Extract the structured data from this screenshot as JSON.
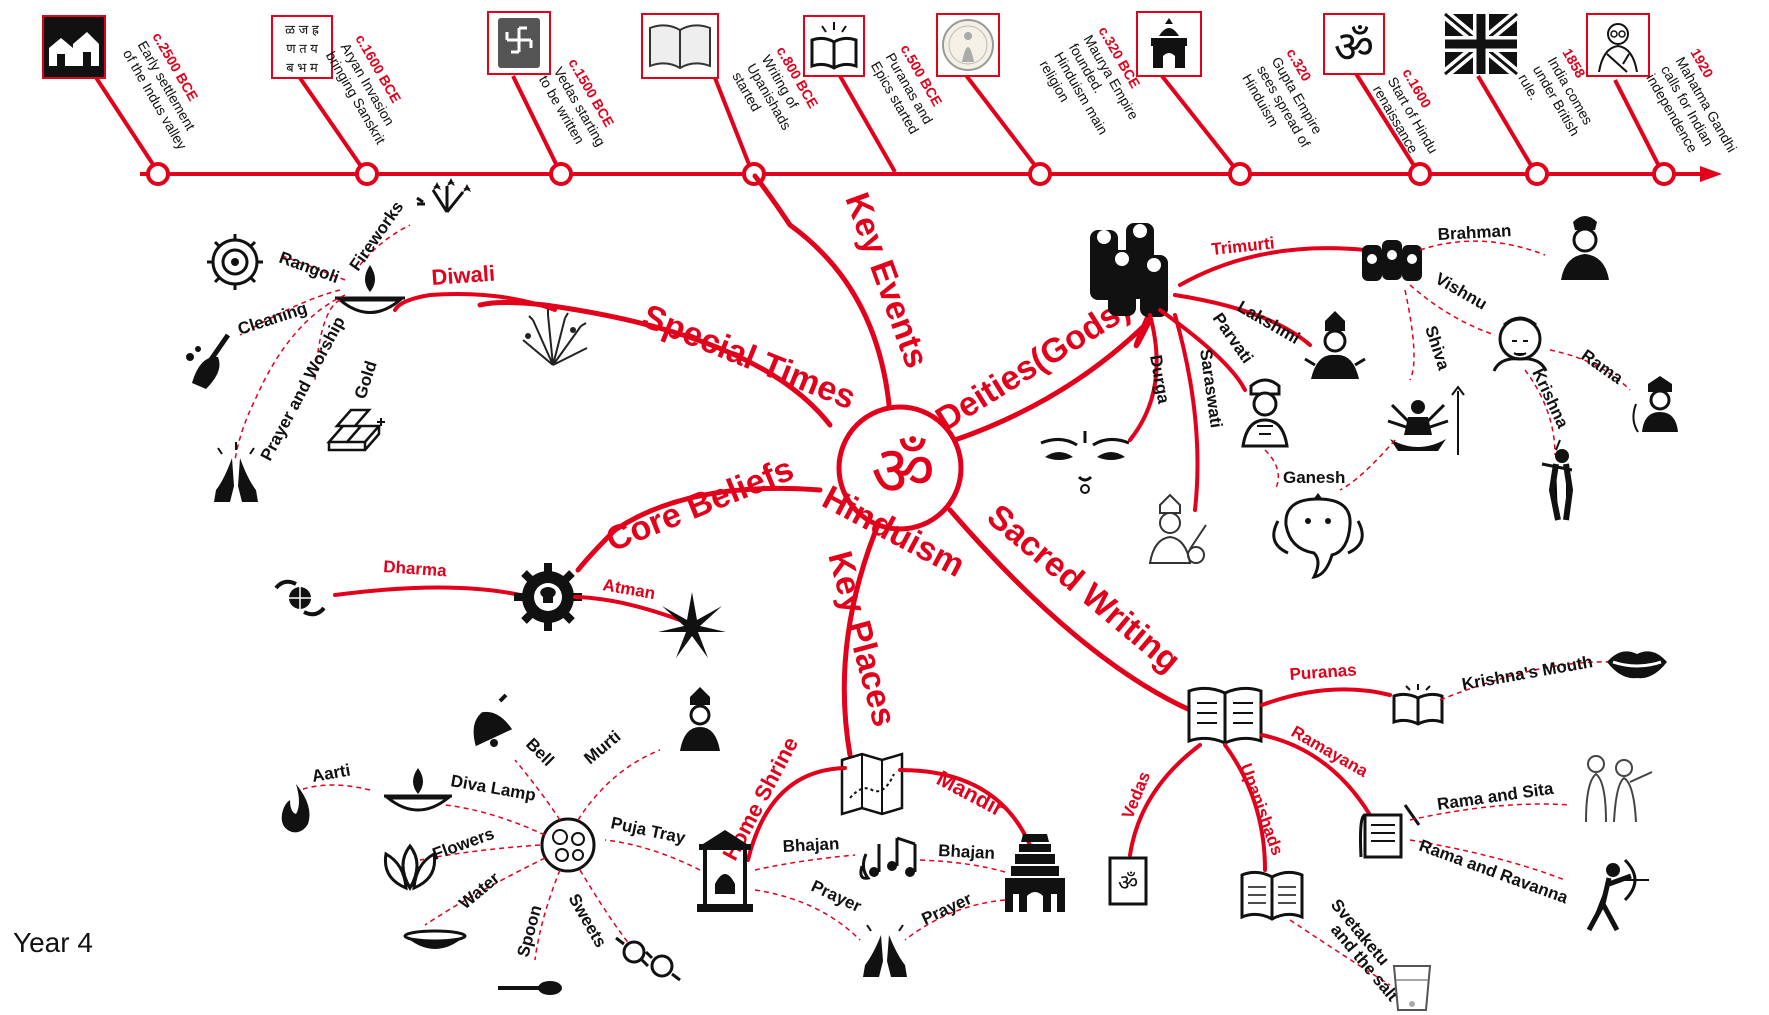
{
  "center": {
    "symbol": "ॐ",
    "label": "Hinduism"
  },
  "branches": {
    "key_events": "Key Events",
    "special_times": "Special Times",
    "deities": "Deities(Gods)",
    "core_beliefs": "Core Beliefs",
    "key_places": "Key Places",
    "sacred_writing": "Sacred Writing"
  },
  "timeline": [
    {
      "date": "c.2500 BCE",
      "line1": "Early settlement",
      "line2": "of the Indus valley",
      "line3": ""
    },
    {
      "date": "c.1600 BCE",
      "line1": "Aryan Invasion",
      "line2": "bringing Sanskrit",
      "line3": ""
    },
    {
      "date": "c.1500 BCE",
      "line1": "Vedas starting",
      "line2": "to be written",
      "line3": ""
    },
    {
      "date": "c.800 BCE",
      "line1": "Writing of",
      "line2": "Upanishads",
      "line3": "started"
    },
    {
      "date": "c.500 BCE",
      "line1": "Puranas and",
      "line2": "Epics started",
      "line3": ""
    },
    {
      "date": "c.320 BCE",
      "line1": "Maurya Empire",
      "line2": "founded.",
      "line3": "Hinduism main",
      "line4": "religion"
    },
    {
      "date": "c.320",
      "line1": "Gupta Empire",
      "line2": "sees spread of",
      "line3": "Hinduism"
    },
    {
      "date": "c.1600",
      "line1": "Start of Hindu",
      "line2": "renaissance",
      "line3": ""
    },
    {
      "date": "1858",
      "line1": "India comes",
      "line2": "under British",
      "line3": "rule."
    },
    {
      "date": "1920",
      "line1": "Mahatma Gandhi",
      "line2": "calls for Indian",
      "line3": "independence"
    }
  ],
  "timeline_icon_text": {
    "script_grid": [
      "ळ ज ह्र",
      "ण त य",
      "ब भ म"
    ]
  },
  "special_times": {
    "diwali": "Diwali",
    "items": {
      "rangoli": "Rangoli",
      "fireworks": "Fireworks",
      "cleaning": "Cleaning",
      "prayer": "Prayer and Worship",
      "gold": "Gold"
    }
  },
  "deities": {
    "trimurti": "Trimurti",
    "brahman": "Brahman",
    "vishnu": "Vishnu",
    "shiva": "Shiva",
    "rama": "Rama",
    "krishna": "Krishna",
    "lakshmi": "Lakshmi",
    "parvati": "Parvati",
    "durga": "Durga",
    "saraswati": "Saraswati",
    "ganesh": "Ganesh"
  },
  "core_beliefs": {
    "dharma": "Dharma",
    "atman": "Atman"
  },
  "key_places": {
    "home_shrine": "Home Shrine",
    "mandir": "Mandir",
    "bhajan_left": "Bhajan",
    "bhajan_right": "Bhajan",
    "prayer_left": "Prayer",
    "prayer_right": "Prayer",
    "puja_tray": "Puja Tray",
    "puja_items": {
      "bell": "Bell",
      "murti": "Murti",
      "aarti": "Aarti",
      "diva_lamp": "Diva Lamp",
      "flowers": "Flowers",
      "water": "Water",
      "spoon": "Spoon",
      "sweets": "Sweets"
    }
  },
  "sacred_writing": {
    "puranas": "Puranas",
    "krishnas_mouth": "Krishna's Mouth",
    "ramayana": "Ramayana",
    "rama_sita": "Rama and Sita",
    "rama_ravanna": "Rama and Ravanna",
    "vedas": "Vedas",
    "upanishads": "Upanishads",
    "svetaketu_1": "Svetaketu",
    "svetaketu_2": "and the salt"
  },
  "footer": {
    "year": "Year 4"
  },
  "colors": {
    "accent": "#e3001b",
    "ink": "#111111"
  },
  "icons": [
    "houses-icon",
    "script-icon",
    "swastika-book-icon",
    "open-book-icon",
    "reading-icon",
    "coin-icon",
    "temple-icon",
    "om-icon",
    "union-flag-icon",
    "gandhi-icon",
    "fireworks-icon",
    "rangoli-icon",
    "diya-icon",
    "broom-icon",
    "gold-bars-icon",
    "praying-hands-icon",
    "deities-icon",
    "trimurti-icon",
    "brahman-icon",
    "vishnu-icon",
    "shiva-icon",
    "rama-icon",
    "krishna-icon",
    "lakshmi-icon",
    "parvati-icon",
    "durga-icon",
    "saraswati-icon",
    "ganesh-icon",
    "hands-globe-icon",
    "dharma-gear-icon",
    "atman-star-icon",
    "map-icon",
    "bell-icon",
    "murti-icon",
    "flame-icon",
    "lamp-icon",
    "puja-tray-icon",
    "lotus-icon",
    "water-bowl-icon",
    "spoon-icon",
    "sweets-icon",
    "shrine-icon",
    "music-notes-icon",
    "mandir-icon",
    "book-icon",
    "lips-icon",
    "scroll-icon",
    "rama-sita-icon",
    "archer-icon",
    "vedas-book-icon",
    "salt-glass-icon"
  ]
}
